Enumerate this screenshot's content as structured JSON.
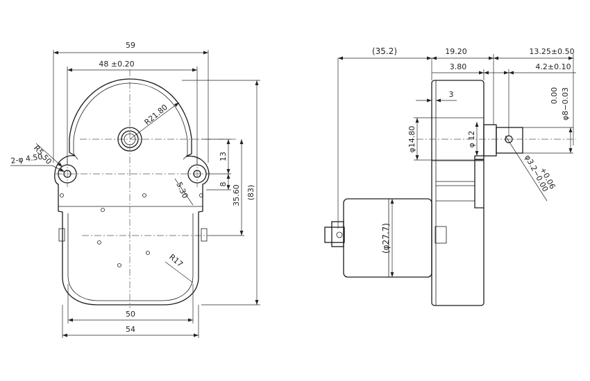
{
  "front": {
    "d59": "59",
    "d48": "48 ±0.20",
    "dR5_5": "R5.50",
    "d2phi": "2-φ 4.50",
    "dR21_8": "R21.80",
    "d13": "13",
    "d8": "8",
    "d35_6": "35.60",
    "d83": "(83)",
    "d5_3": "5.30",
    "dR17": "R17",
    "d50": "50",
    "d54": "54"
  },
  "side": {
    "d35_2": "(35.2)",
    "d19_2": "19.20",
    "d13_25": "13.25±0.50",
    "d3_8": "3.80",
    "d4_2": "4.2±0.10",
    "d3": "3",
    "dphi14_8": "φ14.80",
    "dphi12": "φ 12",
    "dshaft_upper": "0.00",
    "dshaft_lower": "φ8−0.03",
    "dphi27_7": "(φ27.7)",
    "dhole_upper": "+0.06",
    "dhole_lower": "φ3.2−0.00"
  }
}
